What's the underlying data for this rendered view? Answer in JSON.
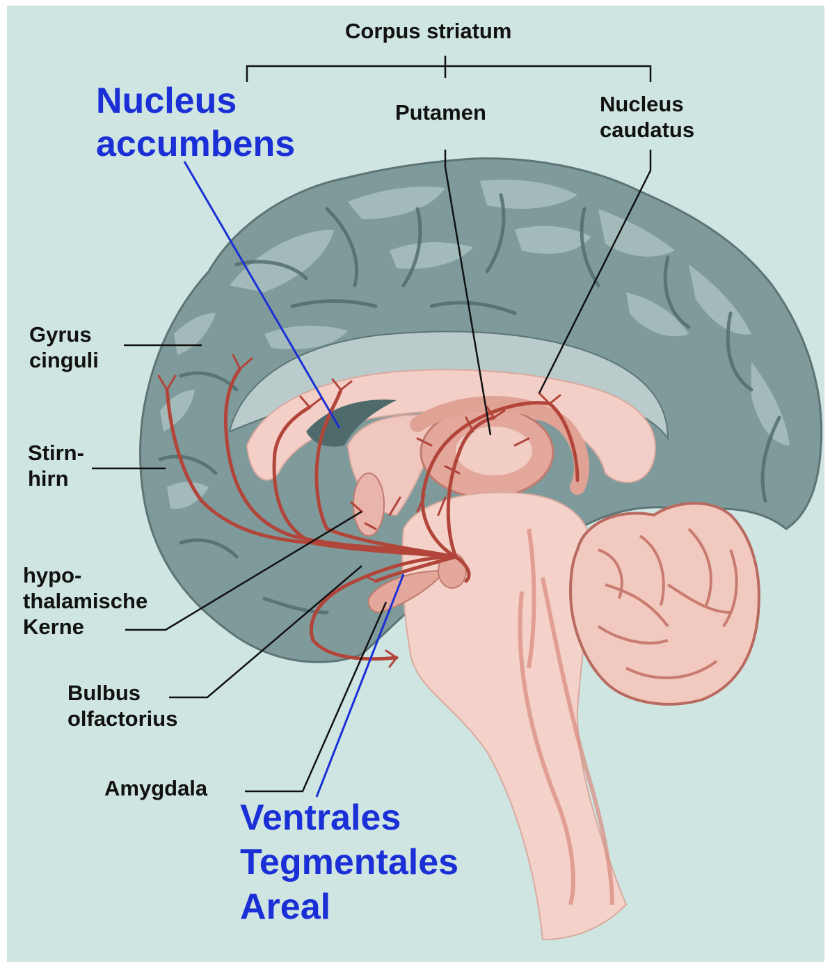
{
  "colors": {
    "background": "#cfe5e1",
    "cortex": "#7f9a9a",
    "cortex_light": "#a9c0bf",
    "sulcus": "#4f6a6b",
    "corpus_callosum": "#f3cfc7",
    "brainstem": "#f4d2c9",
    "vessel": "#b2453a",
    "leader_black": "#111111",
    "leader_blue": "#1a2fd6",
    "label_blue": "#1a2fd6"
  },
  "labels": {
    "corpus_striatum": "Corpus striatum",
    "putamen": "Putamen",
    "nucleus_caudatus": [
      "Nucleus",
      "caudatus"
    ],
    "nucleus_accumbens": [
      "Nucleus",
      "accumbens"
    ],
    "gyrus_cinguli": [
      "Gyrus",
      "cinguli"
    ],
    "stirnhirn": [
      "Stirn-",
      "hirn"
    ],
    "hypothalamische_kerne": [
      "hypo-",
      "thalamische",
      "Kerne"
    ],
    "bulbus_olfactorius": [
      "Bulbus",
      "olfactorius"
    ],
    "amygdala": "Amygdala",
    "ventrales_tegmentales_areal": [
      "Ventrales",
      "Tegmentales",
      "Areal"
    ]
  }
}
